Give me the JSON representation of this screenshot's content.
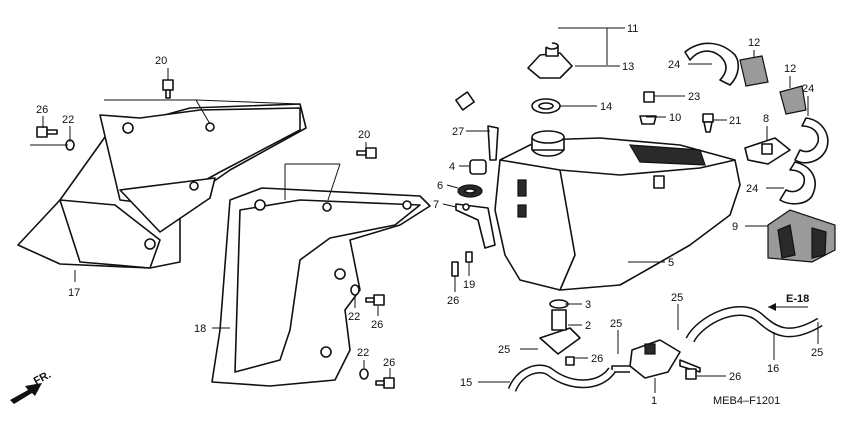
{
  "diagram": {
    "code": "MEB4–F1201",
    "ref_label": "E-18",
    "direction_label": "FR."
  },
  "callouts": {
    "p1": "1",
    "p2": "2",
    "p3": "3",
    "p4": "4",
    "p5": "5",
    "p6": "6",
    "p7": "7",
    "p8": "8",
    "p9": "9",
    "p10": "10",
    "p11": "11",
    "p12a": "12",
    "p12b": "12",
    "p13": "13",
    "p14": "14",
    "p15": "15",
    "p16": "16",
    "p17": "17",
    "p18": "18",
    "p19": "19",
    "p20a": "20",
    "p20b": "20",
    "p21": "21",
    "p22a": "22",
    "p22b": "22",
    "p22c": "22",
    "p23": "23",
    "p24a": "24",
    "p24b": "24",
    "p24c": "24",
    "p25a": "25",
    "p25b": "25",
    "p25c": "25",
    "p25d": "25",
    "p26a": "26",
    "p26b": "26",
    "p26c": "26",
    "p26d": "26",
    "p26e": "26",
    "p26f": "26",
    "p27": "27"
  },
  "colors": {
    "ink": "#111111",
    "paper": "#ffffff"
  }
}
